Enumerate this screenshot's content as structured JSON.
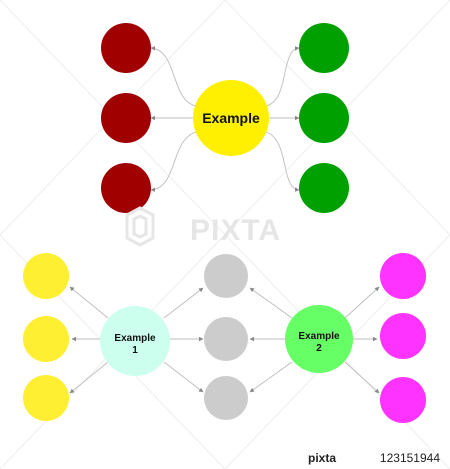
{
  "colors": {
    "dark_red": "#a00000",
    "green": "#00a000",
    "yellow": "#ffef00",
    "light_yellow": "#ffef33",
    "mint": "#ccffee",
    "light_green": "#66ff66",
    "gray": "#cccccc",
    "magenta": "#ff33ff",
    "connector": "#bdbdbd"
  },
  "top_diagram": {
    "center_label": "Example"
  },
  "bottom_diagram": {
    "hub1_label_line1": "Example",
    "hub1_label_line2": "1",
    "hub2_label_line1": "Example",
    "hub2_label_line2": "2"
  },
  "watermark": {
    "text": "PIXTA"
  },
  "footer": {
    "brand": "pixta",
    "id": "123151944"
  }
}
